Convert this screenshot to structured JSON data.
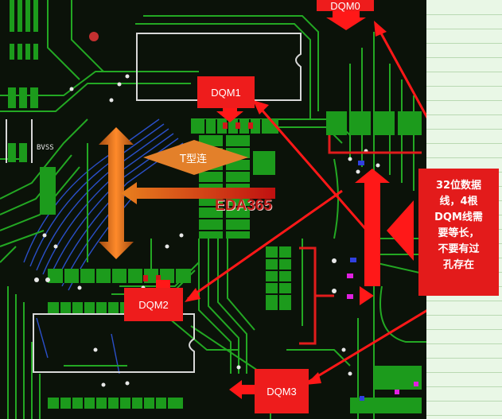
{
  "labels": {
    "dqm0": "DQM0",
    "dqm1": "DQM1",
    "dqm2": "DQM2",
    "dqm3": "DQM3"
  },
  "t_junction": "T型连",
  "callout": {
    "line1": "32位数据",
    "line2": "线，4根",
    "line3": "DQM线需",
    "line4": "要等长，",
    "line5": "不要有过",
    "line6": "孔存在"
  },
  "watermark": "EDA365",
  "silk": {
    "bvss": "BVSS"
  },
  "colors": {
    "board": "#0a0f08",
    "trace": "#1fa21f",
    "trace_blue": "#2a5bd6",
    "silkscreen": "#e8e8e8",
    "label_red": "#ee1c1c",
    "arrow_orange": "#e67a1e",
    "spreadsheet": "#e9f7e6"
  }
}
